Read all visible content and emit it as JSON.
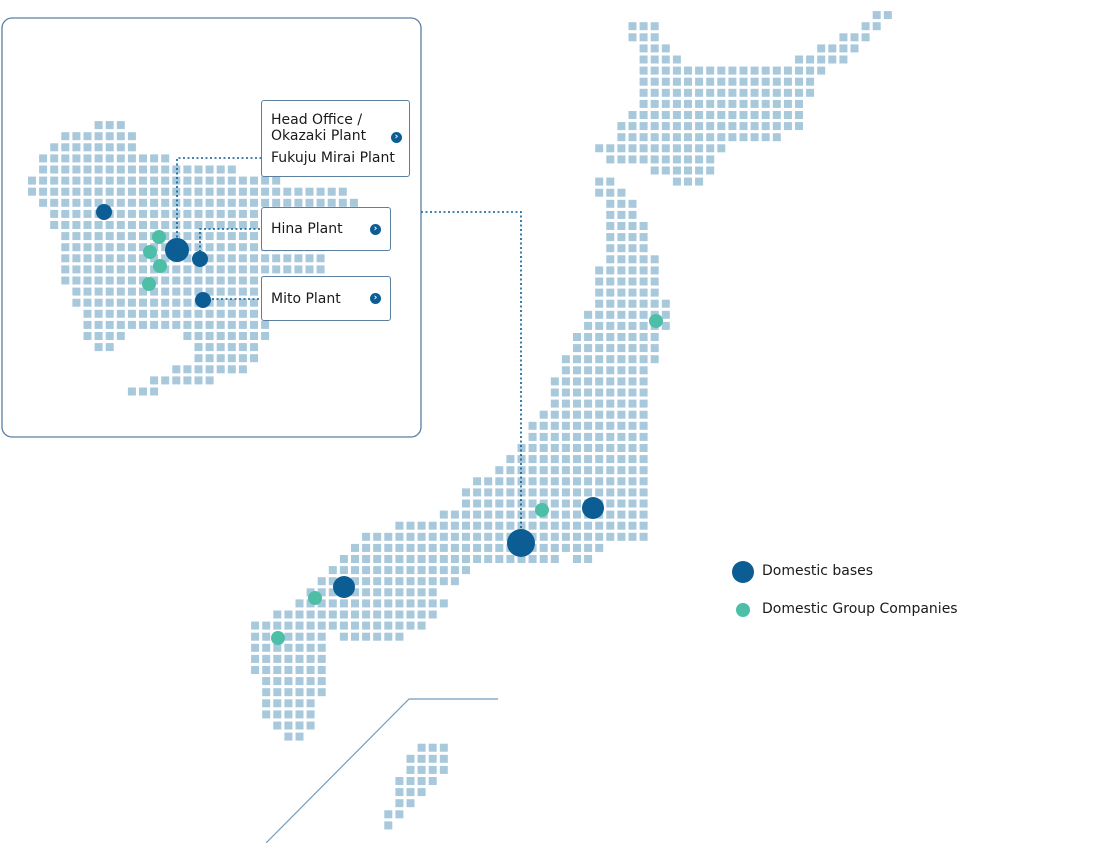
{
  "colors": {
    "grid": "#a8c8dc",
    "base": "#0b5d93",
    "group": "#4cbfa6",
    "border": "#5a7fa0",
    "line": "#0b5d93"
  },
  "labels": {
    "head_office_line1": "Head Office /",
    "head_office_line2": "Okazaki Plant",
    "fukuju": "Fukuju Mirai Plant",
    "hina": "Hina Plant",
    "mito": "Mito Plant"
  },
  "legend": {
    "domestic_bases": "Domestic bases",
    "group_companies": "Domestic Group Companies"
  },
  "icons": {
    "label_arrow": "chevron-right-icon"
  }
}
